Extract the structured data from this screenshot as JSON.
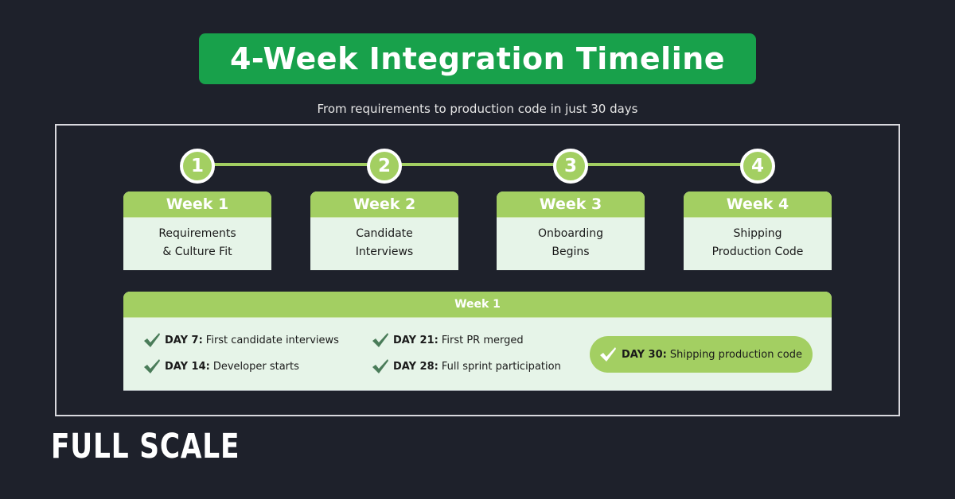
{
  "header": {
    "title": "4-Week Integration Timeline",
    "subtitle": "From requirements to production code in just 30 days"
  },
  "colors": {
    "background": "#1e212b",
    "title_green": "#18a14b",
    "accent_green": "#a3cf62",
    "card_bg": "#e6f4e8",
    "check_green": "#4a7c59"
  },
  "steps": [
    {
      "number": "1",
      "week": "Week 1",
      "line1": "Requirements",
      "line2": "& Culture Fit"
    },
    {
      "number": "2",
      "week": "Week 2",
      "line1": "Candidate",
      "line2": "Interviews"
    },
    {
      "number": "3",
      "week": "Week 3",
      "line1": "Onboarding",
      "line2": "Begins"
    },
    {
      "number": "4",
      "week": "Week 4",
      "line1": "Shipping",
      "line2": "Production Code"
    }
  ],
  "detail": {
    "header": "Week 1",
    "milestones": [
      {
        "day": "DAY 7:",
        "text": "First candidate interviews",
        "icon": "check-icon"
      },
      {
        "day": "DAY 14:",
        "text": "Developer starts",
        "icon": "check-icon"
      },
      {
        "day": "DAY 21:",
        "text": "First PR merged",
        "icon": "check-icon"
      },
      {
        "day": "DAY 28:",
        "text": "Full sprint participation",
        "icon": "check-icon"
      }
    ],
    "highlight": {
      "day": "DAY 30:",
      "text": "Shipping production code",
      "icon": "check-icon"
    }
  },
  "brand": {
    "logo": "FULL SCALE"
  }
}
